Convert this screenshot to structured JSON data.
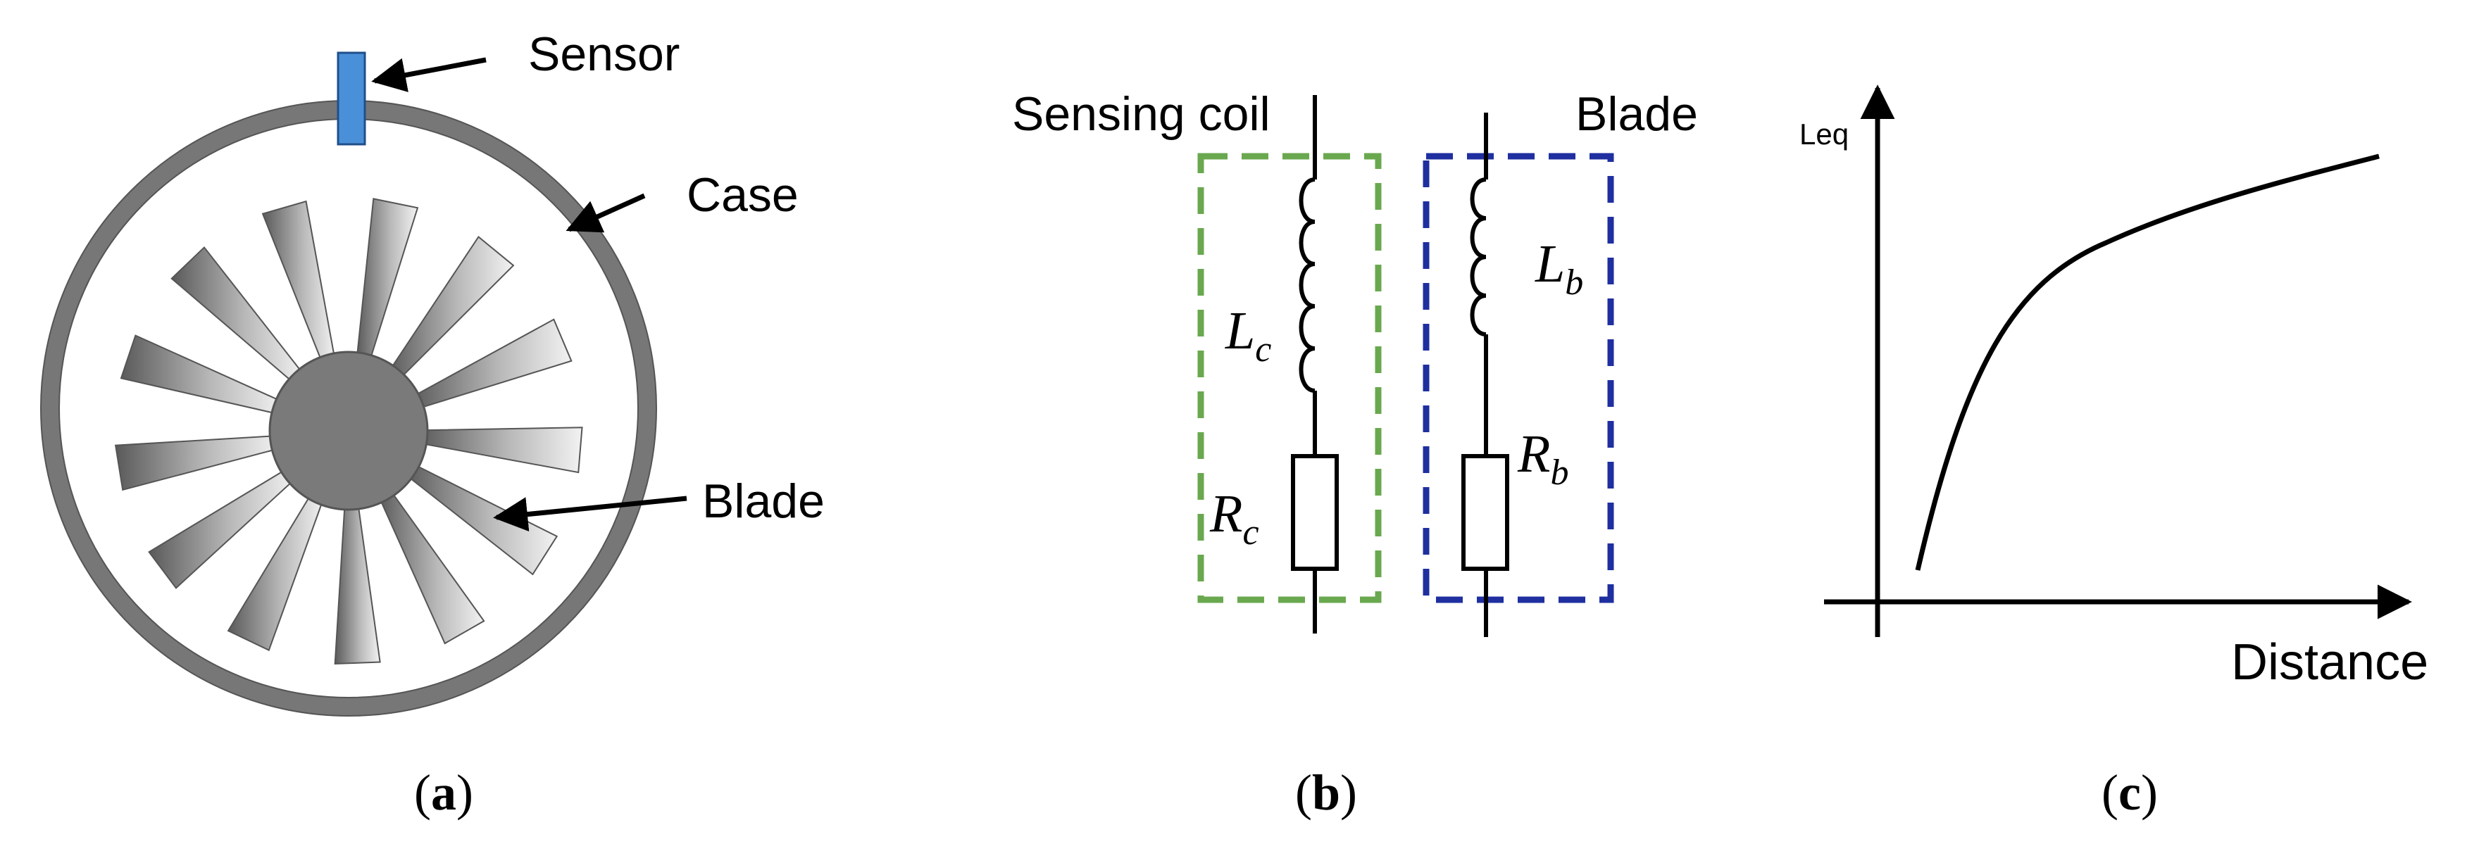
{
  "colors": {
    "case": "#777777",
    "hub": "#7a7a7a",
    "sensor": "#4a90d9",
    "coil_box": "#6aa84f",
    "blade_box": "#1f2fa0",
    "ink": "#000000"
  },
  "panel_a": {
    "caption_open": "(",
    "caption_letter": "a",
    "caption_close": ")",
    "label_sensor": "Sensor",
    "label_case": "Case",
    "label_blade": "Blade"
  },
  "panel_b": {
    "caption_open": "(",
    "caption_letter": "b",
    "caption_close": ")",
    "label_coil": "Sensing coil",
    "label_blade": "Blade",
    "lc": {
      "main": "L",
      "sub": "c"
    },
    "rc": {
      "main": "R",
      "sub": "c"
    },
    "lb": {
      "main": "L",
      "sub": "b"
    },
    "rb": {
      "main": "R",
      "sub": "b"
    }
  },
  "panel_c": {
    "caption_open": "(",
    "caption_letter": "c",
    "caption_close": ")",
    "ylabel": "Leq",
    "xlabel": "Distance"
  }
}
